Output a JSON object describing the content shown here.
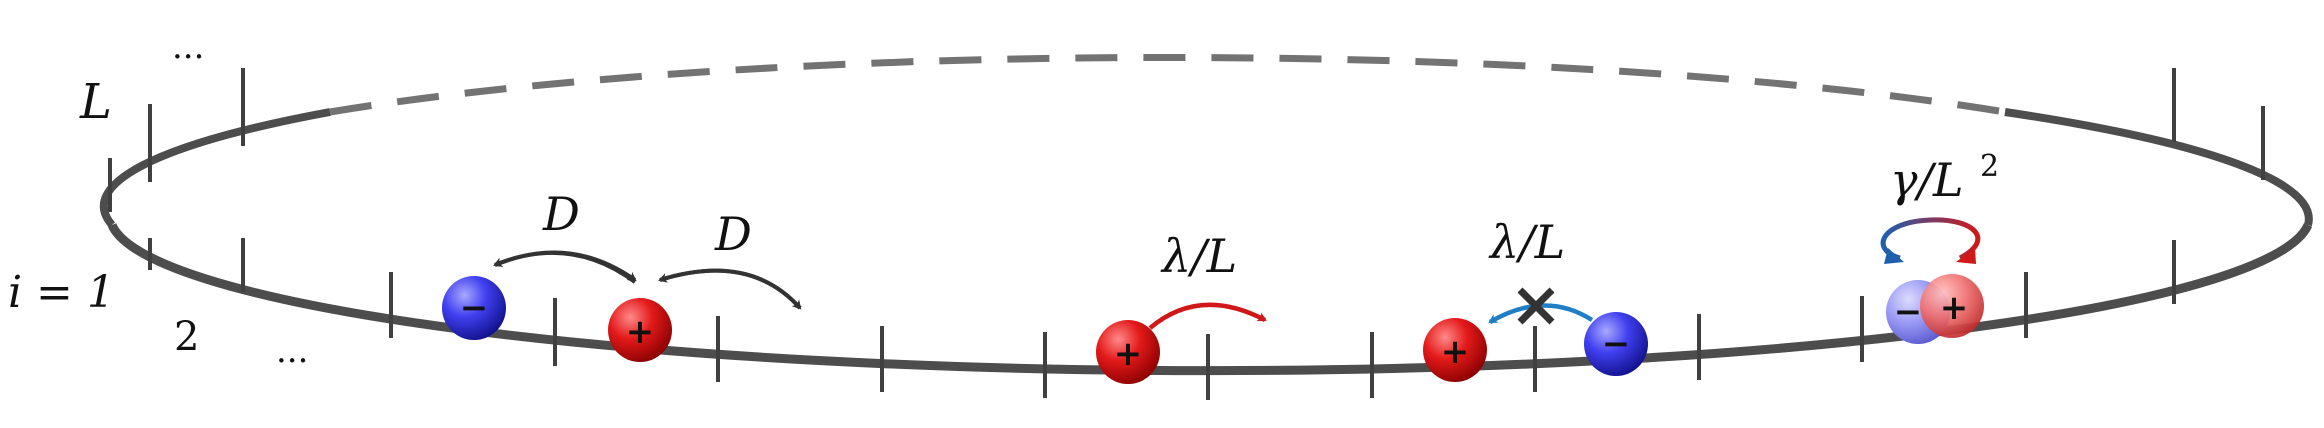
{
  "labels": {
    "ring_size": "L",
    "top_ellipsis": "···",
    "site_one": "i = 1",
    "site_two": "2",
    "bottom_ellipsis": "···",
    "hop_rate_left": "D",
    "hop_rate_right": "D",
    "creation_rate": "λ/L",
    "blocked_rate": "λ/L",
    "annihilation_rate": "γ/L",
    "annihilation_exponent": "2"
  },
  "particles": {
    "negative_sign": "−",
    "positive_sign": "+"
  },
  "colors": {
    "ring": "#4d4d4d",
    "ring_dashed": "#737373",
    "tick": "#404040",
    "arrow_gray": "#333333",
    "arrow_red": "#d01818",
    "arrow_blue": "#1f7ec4",
    "arrow_navy": "#1d4f8e",
    "cross": "#333333",
    "positive_particle": "#e01010",
    "negative_particle": "#3c3cf0"
  },
  "icons": {
    "ring": "dashed-ellipse-ring",
    "site": "tick-mark",
    "particle": "shaded-sphere",
    "block": "cross-mark"
  }
}
